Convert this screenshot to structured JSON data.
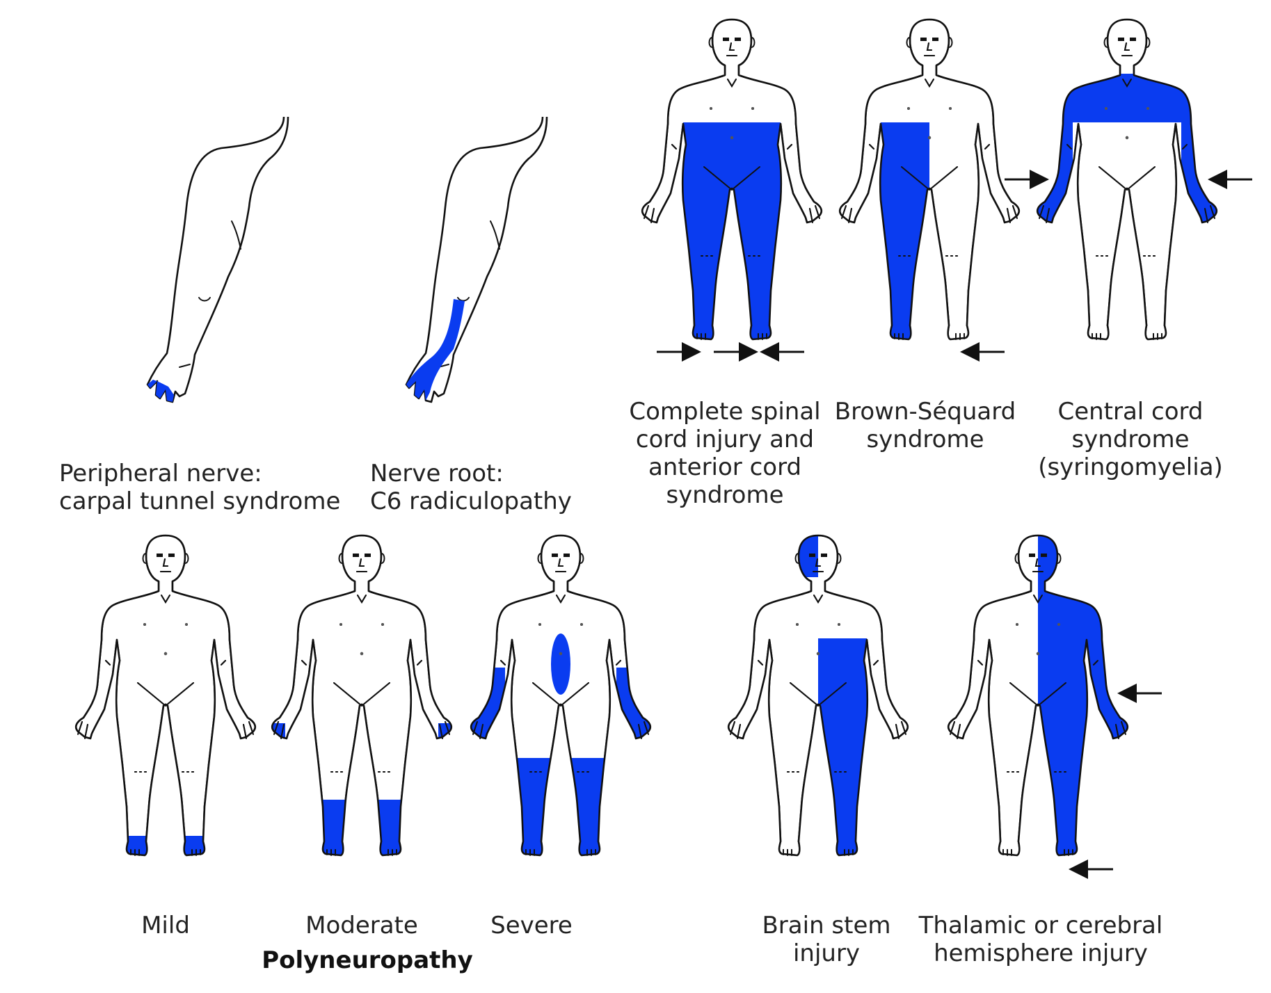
{
  "colors": {
    "affected": "#0a3cf0",
    "outline": "#111111",
    "background": "#ffffff",
    "text": "#222222"
  },
  "labels": {
    "peripheral_nerve": [
      "Peripheral nerve:",
      "carpal tunnel syndrome"
    ],
    "nerve_root": [
      "Nerve root:",
      "C6 radiculopathy"
    ],
    "complete_spinal": [
      "Complete spinal",
      "cord injury and",
      "anterior cord",
      "syndrome"
    ],
    "brown_sequard": [
      "Brown-Séquard",
      "syndrome"
    ],
    "central_cord": [
      "Central cord",
      "syndrome",
      "(syringomyelia)"
    ],
    "mild": [
      "Mild"
    ],
    "moderate": [
      "Moderate"
    ],
    "severe": [
      "Severe"
    ],
    "polyneuropathy": "Polyneuropathy",
    "brain_stem": [
      "Brain stem",
      "injury"
    ],
    "thalamic": [
      "Thalamic or cerebral",
      "hemisphere injury"
    ]
  },
  "icons": {
    "arrow": "left-pointing black arrow marking level of sensory loss"
  },
  "figures": [
    {
      "id": "peripheral-nerve",
      "kind": "arm",
      "shaded": "thumb, index, middle fingers"
    },
    {
      "id": "nerve-root",
      "kind": "arm",
      "shaded": "lateral forearm to thumb and index finger"
    },
    {
      "id": "complete-spinal",
      "kind": "body",
      "shaded": "both sides below chest level"
    },
    {
      "id": "brown-sequard",
      "kind": "body",
      "shaded": "one side below chest level"
    },
    {
      "id": "central-cord",
      "kind": "body",
      "shaded": "cape distribution: shoulders and arms"
    },
    {
      "id": "mild",
      "kind": "body",
      "shaded": "feet"
    },
    {
      "id": "moderate",
      "kind": "body",
      "shaded": "lower legs and fingertips"
    },
    {
      "id": "severe",
      "kind": "body",
      "shaded": "legs, forearms and hands, central trunk"
    },
    {
      "id": "brain-stem",
      "kind": "body",
      "shaded": "ipsilateral face, contralateral body"
    },
    {
      "id": "thalamic",
      "kind": "body",
      "shaded": "entire half of body including face"
    }
  ]
}
